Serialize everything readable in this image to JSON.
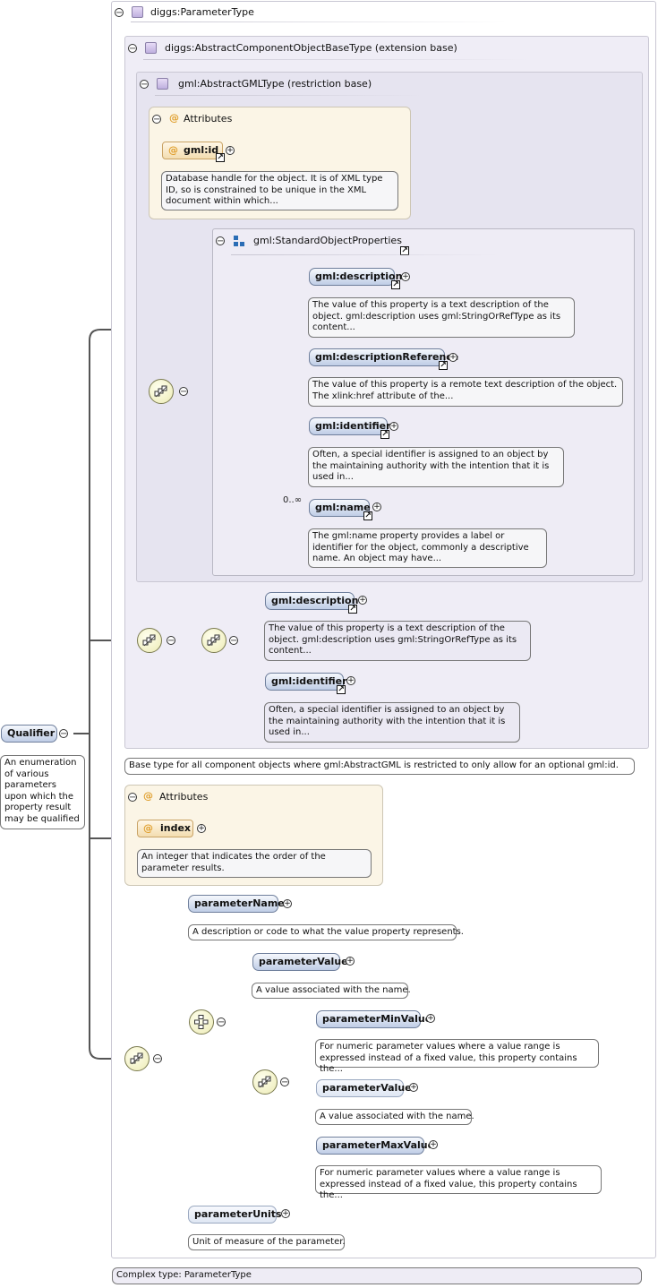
{
  "root": {
    "label": "Qualifier",
    "annotation": "An enumeration of various parameters upon which the property result may be qualified"
  },
  "complex_type": {
    "name": "diggs:ParameterType",
    "footer": "Complex type: ParameterType"
  },
  "extension_base": {
    "header": "diggs:AbstractComponentObjectBaseType (extension base)",
    "footer": "Base type for all component objects where gml:AbstractGML is restricted to only allow for an optional gml:id."
  },
  "restriction_base": {
    "header": "gml:AbstractGMLType (restriction base)",
    "attributes_header": "Attributes",
    "id_attr": "gml:id",
    "id_doc": "Database handle for the object. It is of XML type ID, so is constrained to be unique in the XML document within which...",
    "group_header": "gml:StandardObjectProperties",
    "elements": [
      {
        "label": "gml:description",
        "doc": "The value of this property is a text description of the object. gml:description uses gml:StringOrRefType as its content..."
      },
      {
        "label": "gml:descriptionReference",
        "doc": "The value of this property is a remote text description of the object. The xlink:href attribute of the..."
      },
      {
        "label": "gml:identifier",
        "doc": "Often, a special identifier is assigned to an object by the maintaining authority with the intention that it is used in..."
      },
      {
        "label": "gml:name",
        "doc": "The gml:name property provides a label or identifier for the object, commonly a descriptive name. An object may have...",
        "occurs": "0..∞"
      }
    ]
  },
  "restricted_elements": [
    {
      "label": "gml:description",
      "doc": "The value of this property is a text description of the object. gml:description uses gml:StringOrRefType as its content..."
    },
    {
      "label": "gml:identifier",
      "doc": "Often, a special identifier is assigned to an object by the maintaining authority with the intention that it is used in..."
    }
  ],
  "own_attributes": {
    "header": "Attributes",
    "index_attr": "index",
    "index_doc": "An integer that indicates the order of the parameter results."
  },
  "sequence": {
    "parameterName": {
      "label": "parameterName",
      "doc": "A description or code to what the value property represents."
    },
    "parameterValue": {
      "label": "parameterValue",
      "doc": "A value associated with the name."
    },
    "parameterMinValue": {
      "label": "parameterMinValue",
      "doc": "For numeric parameter values where a value range is expressed instead of a fixed value, this property contains the..."
    },
    "parameterValue2": {
      "label": "parameterValue",
      "doc": "A value associated with the name."
    },
    "parameterMaxValue": {
      "label": "parameterMaxValue",
      "doc": "For numeric parameter values where a value range is expressed instead of a fixed value, this property contains the..."
    },
    "parameterUnits": {
      "label": "parameterUnits",
      "doc": "Unit of measure of the parameter."
    }
  },
  "colors": {
    "element_fill": "#bfcde6",
    "attribute_fill": "#f3ddb0",
    "attribute_panel": "#fbf5e6",
    "type_panel": "#efedf6",
    "compositor_fill": "#ecebb5"
  },
  "icons": {
    "collapse": "minus-circle-icon",
    "expand": "plus-circle-icon",
    "reference": "reference-arrow-icon",
    "sequence": "sequence-compositor-icon",
    "choice": "choice-compositor-icon",
    "type": "complex-type-icon",
    "group": "group-icon",
    "attribute": "at-sign-icon"
  }
}
